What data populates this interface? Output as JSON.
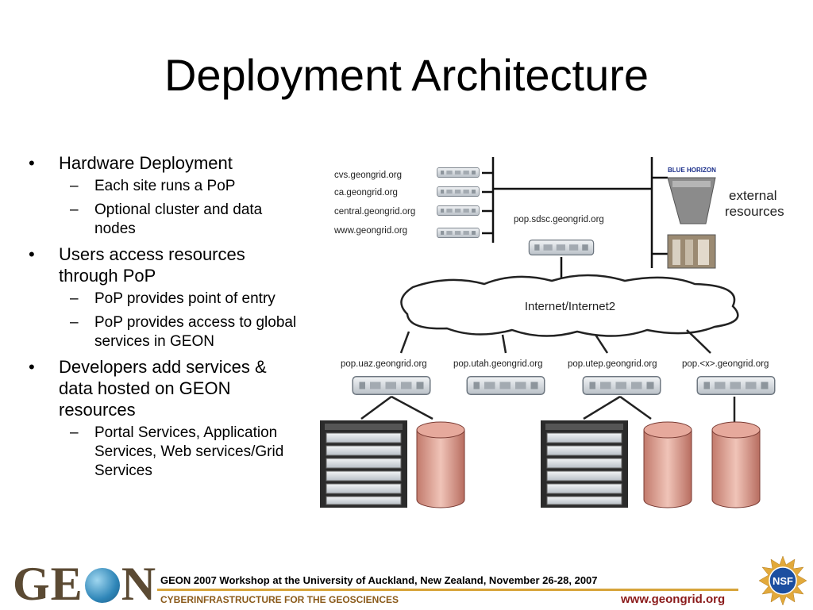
{
  "title": "Deployment Architecture",
  "bullets": [
    {
      "text": "Hardware Deployment",
      "sub": [
        "Each site runs a PoP",
        "Optional cluster and data nodes"
      ]
    },
    {
      "text": "Users access resources through PoP",
      "sub": [
        "PoP provides point of entry",
        "PoP provides access to global services in GEON"
      ]
    },
    {
      "text": "Developers add services & data hosted on GEON resources",
      "sub": [
        "Portal Services, Application Services, Web services/Grid Services"
      ]
    }
  ],
  "diagram": {
    "site_labels": [
      "cvs.geongrid.org",
      "ca.geongrid.org",
      "central.geongrid.org",
      "www.geongrid.org"
    ],
    "central_pop": "pop.sdsc.geongrid.org",
    "external_logo": "BLUE HORIZON",
    "external_label": "external resources",
    "cloud_label": "Internet/Internet2",
    "pops": [
      "pop.uaz.geongrid.org",
      "pop.utah.geongrid.org",
      "pop.utep.geongrid.org",
      "pop.<x>.geongrid.org"
    ]
  },
  "footer": {
    "logo": "GEON",
    "event": "GEON 2007 Workshop at the University of Auckland, New Zealand, November 26-28, 2007",
    "tagline": "CYBERINFRASTRUCTURE FOR THE GEOSCIENCES",
    "url": "www.geongrid.org",
    "nsf": "NSF"
  },
  "colors": {
    "footer_line": "#d7a43a",
    "url": "#8a1a1a",
    "disk": "#d99a8c"
  }
}
